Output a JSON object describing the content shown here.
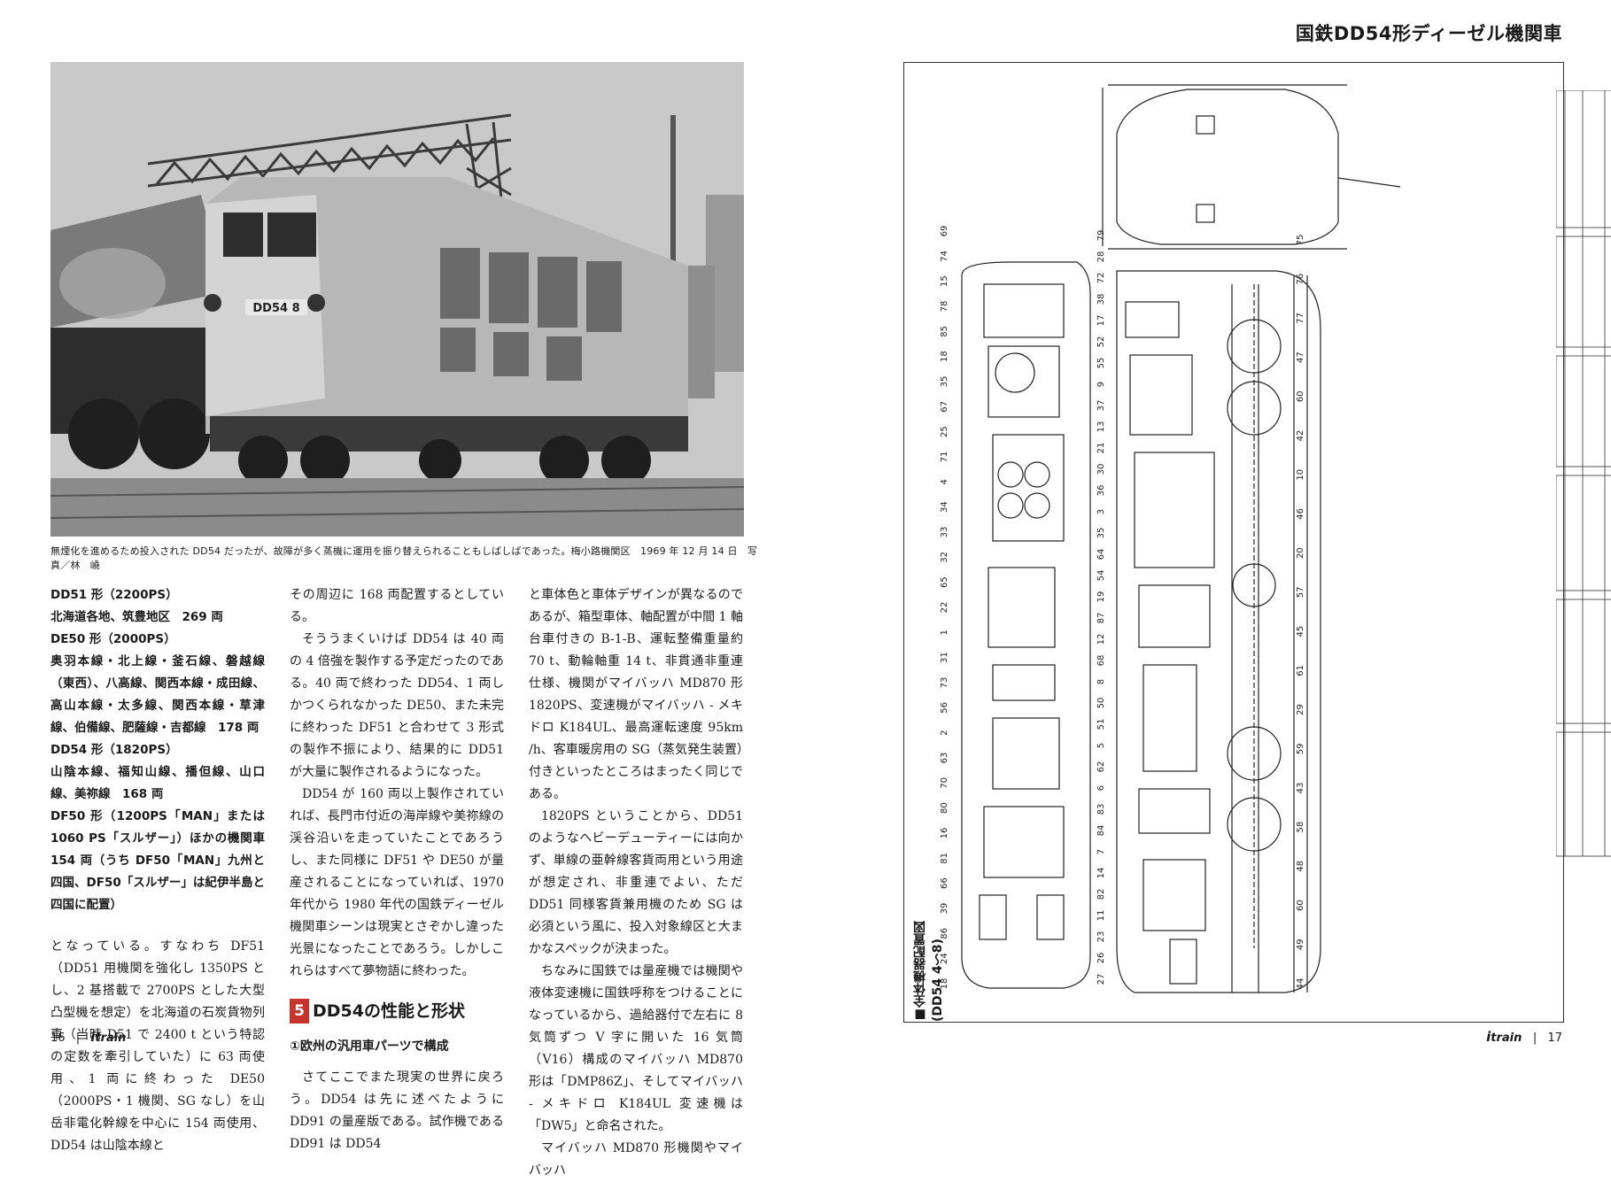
{
  "running_title": "国鉄DD54形ディーゼル機関車",
  "photo": {
    "number_plate": "DD54 8",
    "caption": "無煙化を進めるため投入された DD54 だったが、故障が多く蒸機に運用を振り替えられることもしばしばであった。梅小路機関区　1969 年 12 月 14 日　写真／林　嶢"
  },
  "column1": {
    "roster": [
      "DD51 形（2200PS）",
      "北海道各地、筑豊地区　269 両",
      "DE50 形（2000PS）",
      "奥羽本線・北上線・釜石線、磐越線（東西）、八高線、関西本線・成田線、高山本線・太多線、関西本線・草津線、伯備線、肥薩線・吉都線　178 両",
      "DD54 形（1820PS）",
      "山陰本線、福知山線、播但線、山口線、美祢線　168 両",
      "DF50 形（1200PS「MAN」または 1060 PS「スルザー」）ほかの機関車 154 両（うち DF50「MAN」九州と四国、DF50「スルザー」は紀伊半島と四国に配置）"
    ],
    "text": "となっている。すなわち DF51（DD51 用機関を強化し 1350PS とし、2 基搭載で 2700PS とした大型凸型機を想定）を北海道の石炭貨物列車（当時 D51 で 2400 t という特認の定数を牽引していた）に 63 両使用、1 両に終わった DE50（2000PS・1 機関、SG なし）を山岳非電化幹線を中心に 154 両使用、DD54 は山陰本線と"
  },
  "column2": {
    "paragraphs": [
      "その周辺に 168 両配置するとしている。",
      "そううまくいけば DD54 は 40 両の 4 倍強を製作する予定だったのである。40 両で終わった DD54、1 両しかつくられなかった DE50、また未完に終わった DF51 と合わせて 3 形式の製作不振により、結果的に DD51 が大量に製作されるようになった。",
      "DD54 が 160 両以上製作されていれば、長門市付近の海岸線や美祢線の渓谷沿いを走っていたことであろうし、また同様に DF51 や DE50 が量産されることになっていれば、1970 年代から 1980 年代の国鉄ディーゼル機関車シーンは現実とさぞかし違った光景になったことであろう。しかしこれらはすべて夢物語に終わった。"
    ],
    "section_number": "5",
    "section_title": "DD54の性能と形状",
    "subsection_title": "①欧州の汎用車パーツで構成",
    "after": "さてここでまた現実の世界に戻ろう。DD54 は先に述べたように DD91 の量産版である。試作機である DD91 は DD54"
  },
  "column3": {
    "paragraphs": [
      "と車体色と車体デザインが異なるのであるが、箱型車体、軸配置が中間 1 軸台車付きの B-1-B、運転整備重量約 70 t、動輪軸重 14 t、非貫通非重連仕様、機関がマイバッハ MD870 形 1820PS、変速機がマイバッハ - メキドロ K184UL、最高運転速度 95km /h、客車暖房用の SG（蒸気発生装置）付きといったところはまったく同じである。",
      "1820PS ということから、DD51 のようなヘビーデューティーには向かず、単線の亜幹線客貨両用という用途が想定され、非重連でよい、ただ DD51 同様客貨兼用機のため SG は必須という風に、投入対象線区と大まかなスペックが決まった。",
      "ちなみに国鉄では量産機では機関や液体変速機に国鉄呼称をつけることになっているから、過給器付で左右に 8 気筒ずつ V 字に開いた 16 気筒（V16）構成のマイバッハ MD870 形は「DMP86Z」、そしてマイバッハ - メキドロ K184UL 変速機は「DW5」と命名された。",
      "マイバッハ MD870 形機関やマイバッハ"
    ]
  },
  "folio_left": "16",
  "folio_right": "17",
  "brand": "train",
  "diagram": {
    "title": "■全体機器配置図(DD54 4〜8)",
    "callouts_left": [
      "69",
      "74",
      "15",
      "78",
      "85",
      "18",
      "35",
      "67",
      "25",
      "71",
      "4",
      "34",
      "33",
      "32",
      "65",
      "22",
      "1",
      "31",
      "73",
      "56",
      "2",
      "63",
      "70",
      "80",
      "16",
      "81",
      "66",
      "39",
      "86",
      "24",
      "18"
    ],
    "callouts_mid": [
      "79",
      "28",
      "72",
      "38",
      "17",
      "52",
      "55",
      "9",
      "37",
      "13",
      "21",
      "30",
      "36",
      "3",
      "35",
      "64",
      "54",
      "19",
      "87",
      "12",
      "68",
      "8",
      "50",
      "51",
      "5",
      "62",
      "6",
      "83",
      "84",
      "7",
      "14",
      "82",
      "11",
      "23",
      "26",
      "27"
    ],
    "callouts_right": [
      "75",
      "76",
      "77",
      "47",
      "60",
      "42",
      "10",
      "46",
      "20",
      "57",
      "45",
      "61",
      "29",
      "59",
      "43",
      "58",
      "48",
      "60",
      "49",
      "44"
    ]
  }
}
